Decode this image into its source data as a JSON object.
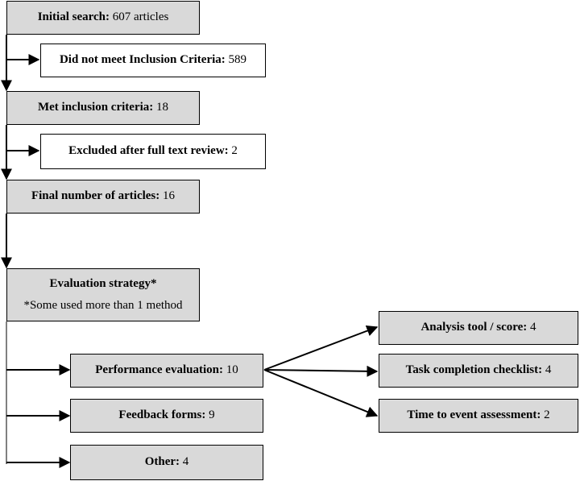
{
  "boxes": {
    "initial": {
      "label": "Initial search:",
      "value": "607 articles"
    },
    "not_met": {
      "label": "Did not meet Inclusion Criteria:",
      "value": "589"
    },
    "met": {
      "label": "Met inclusion criteria:",
      "value": "18"
    },
    "excluded": {
      "label": "Excluded after full text review:",
      "value": "2"
    },
    "final": {
      "label": "Final number of articles:",
      "value": "16"
    },
    "strategy": {
      "label": "Evaluation strategy*",
      "note": "*Some used more than 1 method"
    },
    "performance": {
      "label": "Performance evaluation:",
      "value": "10"
    },
    "feedback": {
      "label": "Feedback forms:",
      "value": "9"
    },
    "other": {
      "label": "Other:",
      "value": "4"
    },
    "analysis": {
      "label": "Analysis tool / score:",
      "value": "4"
    },
    "checklist": {
      "label": "Task completion checklist:",
      "value": "4"
    },
    "time": {
      "label": "Time to event assessment:",
      "value": "2"
    }
  }
}
